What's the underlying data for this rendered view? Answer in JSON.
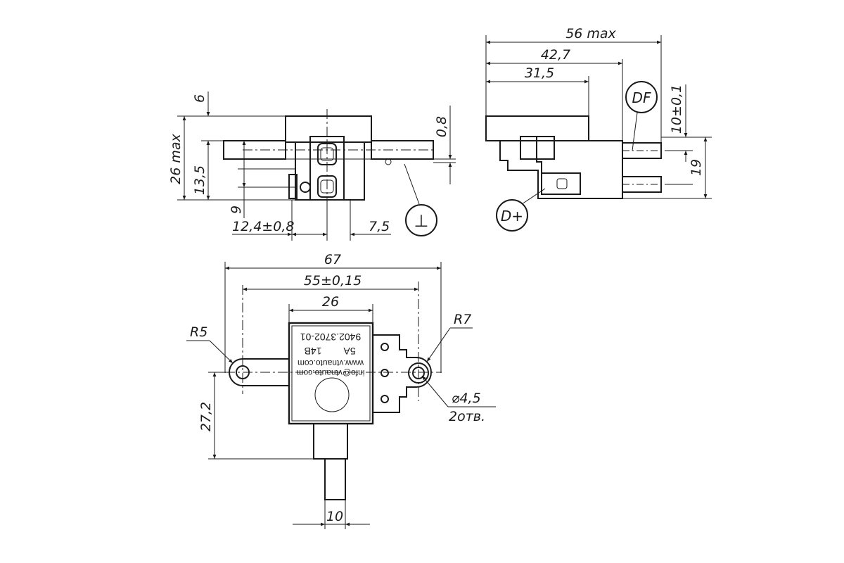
{
  "dimensions": {
    "side_view": {
      "top_height": "6",
      "total_height": "26 max",
      "mid_height": "13,5",
      "flange_height": "9",
      "plate_thickness": "0,8",
      "terminal_offset": "12,4±0,8",
      "right_offset": "7,5"
    },
    "end_view": {
      "overall_length": "56 max",
      "length_2": "42,7",
      "length_3": "31,5",
      "pin_spacing": "10±0,1",
      "pin_height": "19"
    },
    "top_view": {
      "overall_width": "67",
      "hole_spacing": "55±0,15",
      "body_width": "26",
      "radius_left": "R5",
      "radius_right": "R7",
      "hole_diameter": "⌀4,5",
      "hole_count": "2отв.",
      "center_offset": "27,2",
      "stem_width": "10"
    }
  },
  "terminals": {
    "ground_symbol": "⊥",
    "df_label": "DF",
    "d_plus_label": "D+"
  },
  "body_markings": {
    "part_number": "9402.3702-01",
    "voltage": "14В",
    "current": "5А",
    "website": "www.vtnauto.com",
    "email": "info@vtnauto.com"
  }
}
